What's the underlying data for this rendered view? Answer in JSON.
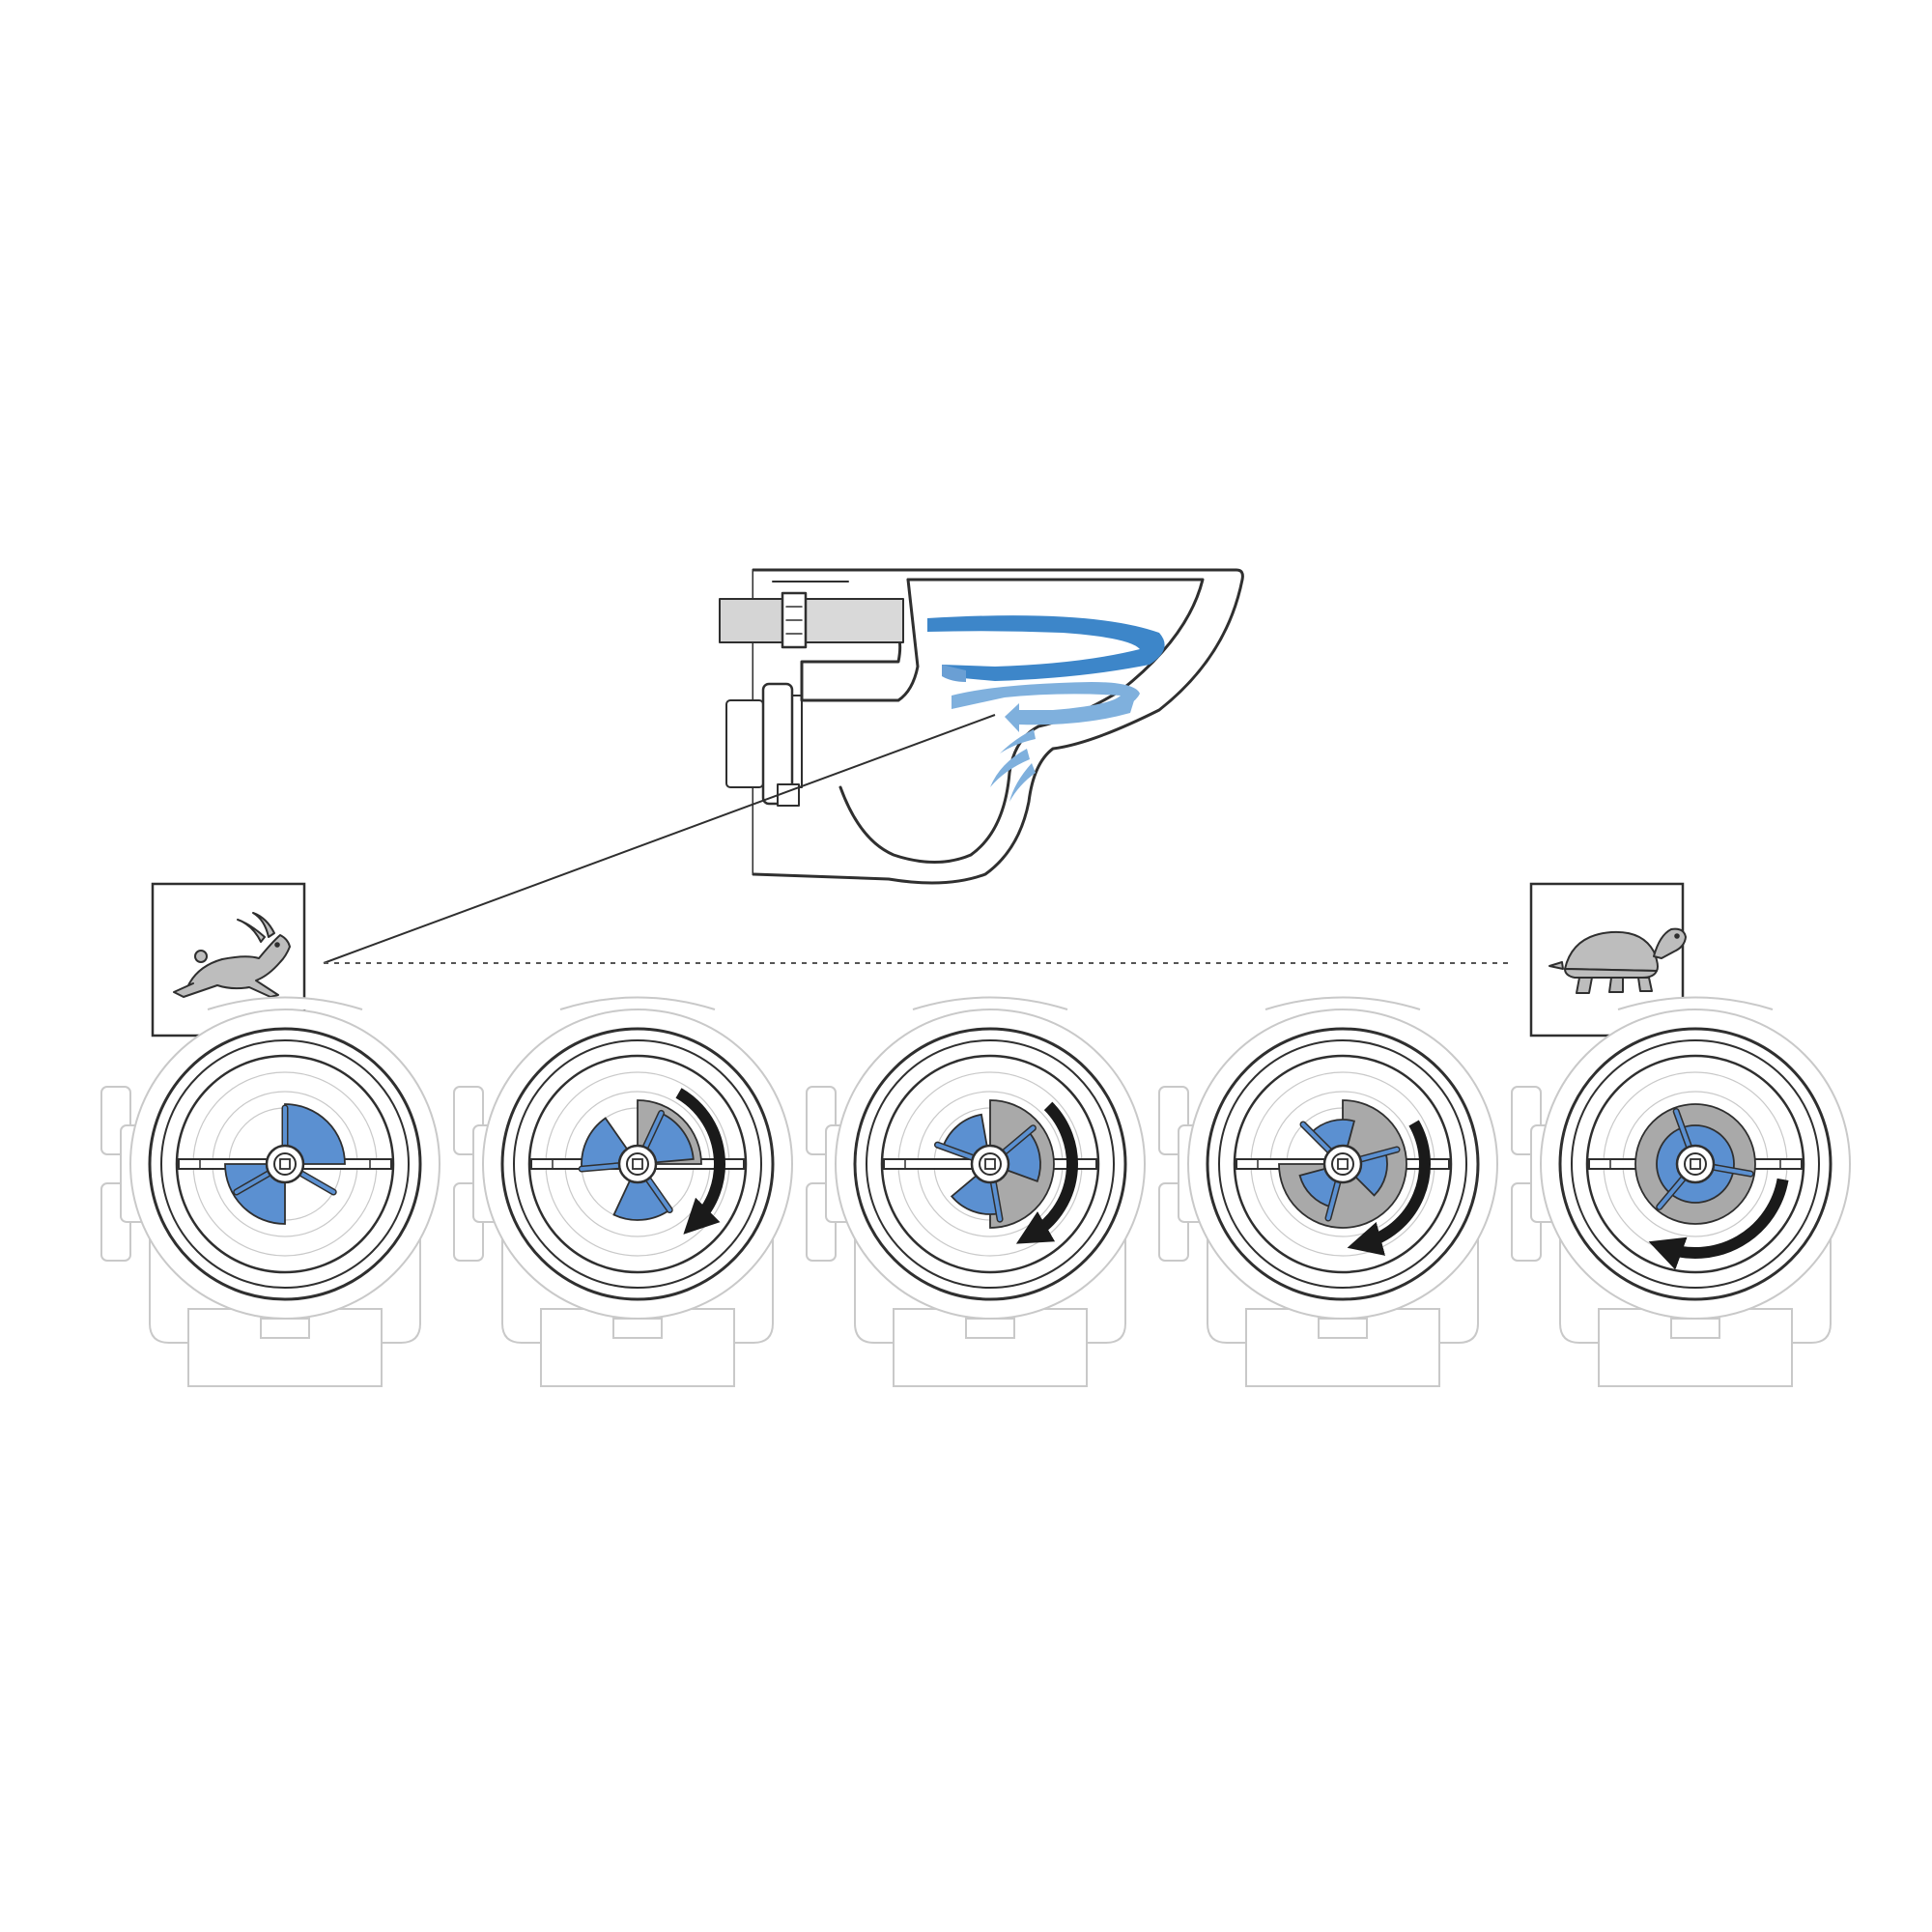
{
  "colors": {
    "flow_blue": "#3d86c9",
    "flow_blue_light": "#7fb0dd",
    "valve_blue": "#5b90d1",
    "valve_gray": "#a9a9a9",
    "outline": "#2f2f2f",
    "faint_outline": "#c9c9c9",
    "arrow": "#1a1a1a"
  },
  "icons": {
    "fast": "rabbit-icon",
    "slow": "turtle-icon"
  },
  "settings": [
    {
      "step": 1,
      "setting": "fast",
      "gray_fraction": 0.0,
      "arrow": false
    },
    {
      "step": 2,
      "setting": "",
      "gray_fraction": 0.25,
      "arrow": true
    },
    {
      "step": 3,
      "setting": "",
      "gray_fraction": 0.5,
      "arrow": true
    },
    {
      "step": 4,
      "setting": "",
      "gray_fraction": 0.75,
      "arrow": true
    },
    {
      "step": 5,
      "setting": "slow",
      "gray_fraction": 1.0,
      "arrow": true
    }
  ]
}
